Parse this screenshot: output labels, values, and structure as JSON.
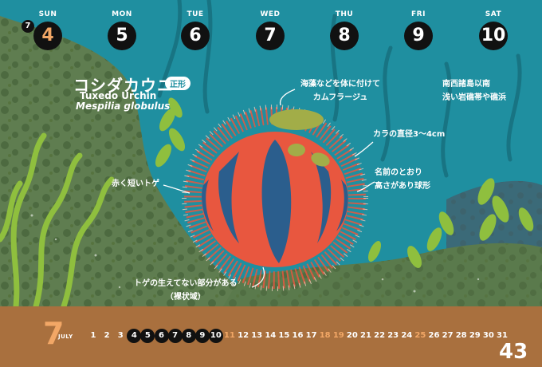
{
  "colors": {
    "sea": "#1f8fa0",
    "rock": "#5f7d50",
    "band": "#a9703e",
    "accent": "#f2a766",
    "urchin_body": "#2b5e8d",
    "spines": "#e8573f",
    "white": "#ffffff"
  },
  "week": [
    {
      "name": "SUN",
      "date": "4"
    },
    {
      "name": "MON",
      "date": "5"
    },
    {
      "name": "TUE",
      "date": "6"
    },
    {
      "name": "WED",
      "date": "7"
    },
    {
      "name": "THU",
      "date": "8"
    },
    {
      "name": "FRI",
      "date": "9"
    },
    {
      "name": "SAT",
      "date": "10"
    }
  ],
  "sun_month": "7",
  "title": {
    "ja": "コシダカウニ",
    "badge": "正形",
    "en": "Tuxedo Urchin",
    "scientific": "Mespilia globulus"
  },
  "notes": {
    "top_line1": "海藻などを体に付けて",
    "top_line2": "カムフラージュ",
    "right_line1": "南西諸島以南",
    "right_line2": "浅い岩礁帯や礁浜",
    "size": "カラの直径3～4cm",
    "shape_line1": "名前のとおり",
    "shape_line2": "高さがあり球形",
    "spines": "赤く短いトゲ",
    "bottom_line1": "トゲの生えてない部分がある",
    "bottom_line2": "（裸状域）"
  },
  "month": {
    "number": "7",
    "name": "JULY"
  },
  "days": [
    "1",
    "2",
    "3",
    "4",
    "5",
    "6",
    "7",
    "8",
    "9",
    "10",
    "11",
    "12",
    "13",
    "14",
    "15",
    "16",
    "17",
    "18",
    "19",
    "20",
    "21",
    "22",
    "23",
    "24",
    "25",
    "26",
    "27",
    "28",
    "29",
    "30",
    "31"
  ],
  "week_days": [
    "4",
    "5",
    "6",
    "7",
    "8",
    "9",
    "10"
  ],
  "orange_days": [
    "11",
    "18",
    "19",
    "25"
  ],
  "page_number": "43"
}
